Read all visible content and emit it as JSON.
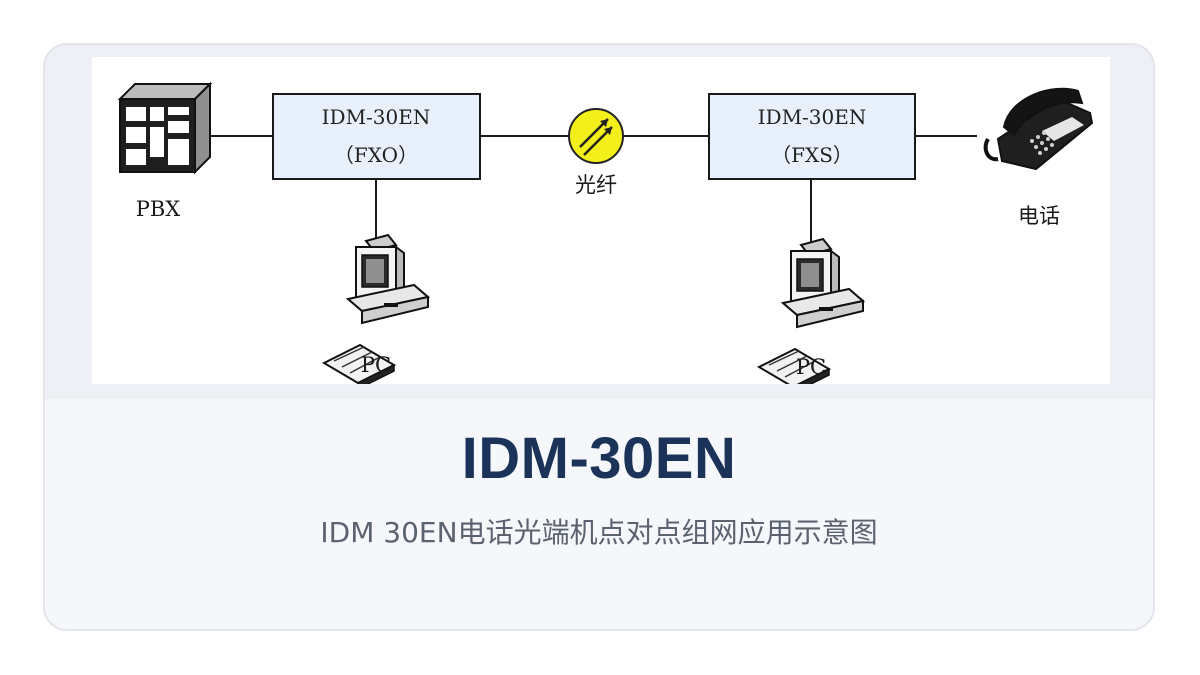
{
  "diagram": {
    "nodes": {
      "pbx": "PBX",
      "box_left": {
        "line1": "IDM-30EN",
        "line2": "（FXO）"
      },
      "fiber": "光纤",
      "box_right": {
        "line1": "IDM-30EN",
        "line2": "（FXS）"
      },
      "phone": "电话",
      "pc_left": "PC",
      "pc_right": "PC"
    },
    "icons": [
      "server-icon",
      "fiber-icon",
      "desktop-computer-icon",
      "telephone-icon"
    ],
    "colors": {
      "box_fill": "#e8f1fb",
      "fiber_fill": "#f3ef1b"
    }
  },
  "caption": {
    "title": "IDM-30EN",
    "subtitle": "IDM 30EN电话光端机点对点组网应用示意图"
  }
}
